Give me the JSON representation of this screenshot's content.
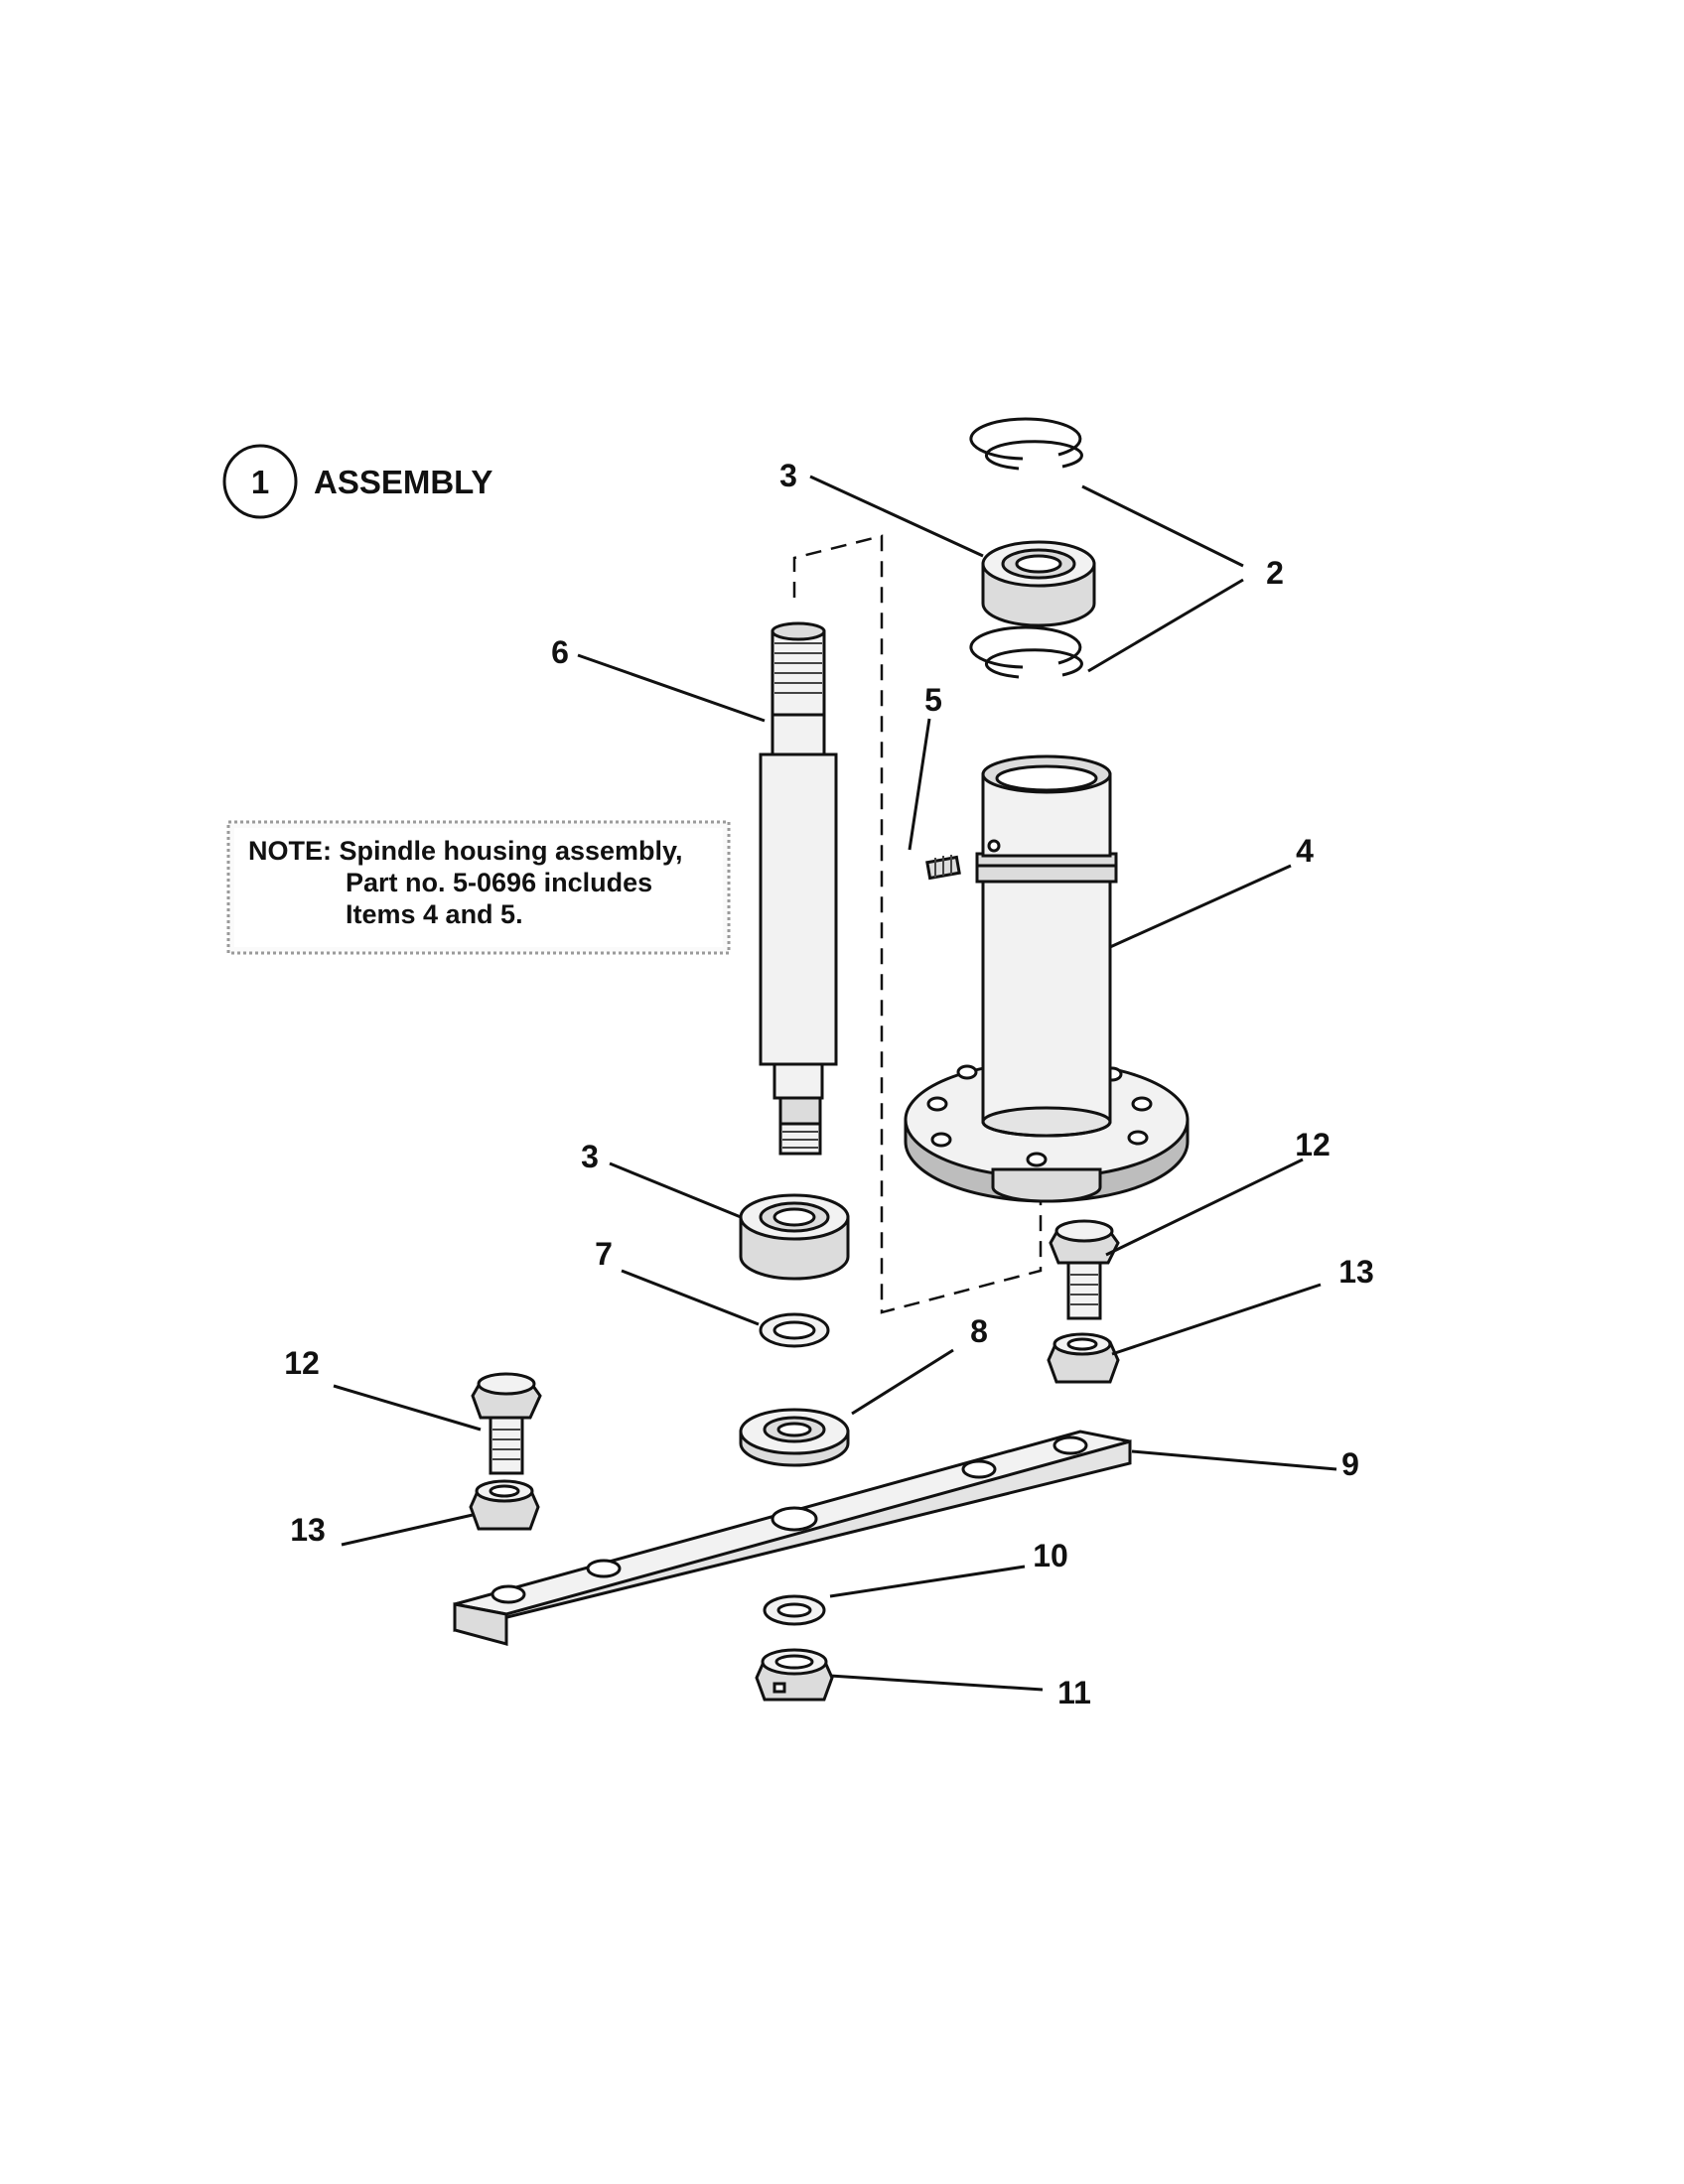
{
  "assembly_badge": {
    "number": "1",
    "title": "ASSEMBLY"
  },
  "note": {
    "line1": "NOTE: Spindle housing assembly,",
    "line2": "Part no. 5-0696 includes",
    "line3": "Items 4 and 5."
  },
  "callouts": {
    "c2": "2",
    "c3_top": "3",
    "c3_bottom": "3",
    "c4": "4",
    "c5": "5",
    "c6": "6",
    "c7": "7",
    "c8": "8",
    "c9": "9",
    "c10": "10",
    "c11": "11",
    "c12_right": "12",
    "c12_left": "12",
    "c13_right": "13",
    "c13_left": "13"
  }
}
